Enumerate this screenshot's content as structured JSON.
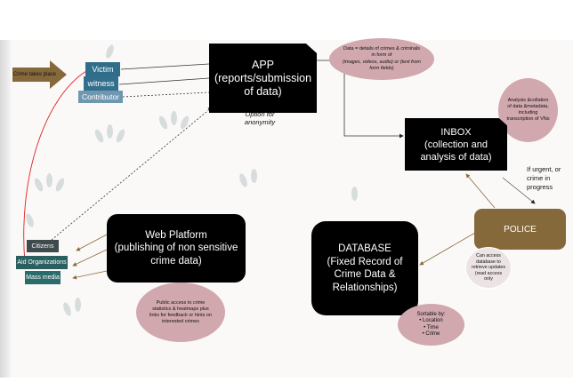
{
  "trigger": {
    "label": "Crime takes place"
  },
  "sources": [
    {
      "label": "Victim"
    },
    {
      "label": "witness"
    },
    {
      "label": "Contributor"
    }
  ],
  "app": {
    "title": "APP",
    "subtitle": "(reports/submission of data)"
  },
  "anonymity": {
    "label": "Option for anonymity"
  },
  "data_note": {
    "line1": "Data = details of crimes & criminals in form of",
    "line2": "(images, videos, audio) or (text from form fields)"
  },
  "analysis_note": {
    "text": "Analysis &collation of data &metadata, including transcription of VNs"
  },
  "inbox": {
    "title": "INBOX",
    "subtitle": "(collection and analysis of data)"
  },
  "urgent_note": {
    "text": "If urgent, or crime in progress"
  },
  "police": {
    "label": "POLICE"
  },
  "police_note": {
    "text": "Can access database to retrieve updates (read access only"
  },
  "database": {
    "title": "DATABASE",
    "subtitle": "(Fixed Record of Crime Data & Relationships)"
  },
  "sortable": {
    "title": "Sortable by:",
    "items": [
      "Location",
      "Time",
      "Crime"
    ]
  },
  "web": {
    "title": "Web Platform",
    "subtitle": "(publishing of non sensitive crime data)"
  },
  "web_note": {
    "text": "Public access to crime statistics & heatmaps plus links for feedback or hints on interested crimes"
  },
  "audiences": [
    {
      "label": "Citizens"
    },
    {
      "label": "Aid Organizations"
    },
    {
      "label": "Mass media"
    }
  ],
  "colors": {
    "brown": "#85693a",
    "pink": "#d1a8ae",
    "teal": "#2a6264",
    "blue": "#2f6e8a"
  }
}
